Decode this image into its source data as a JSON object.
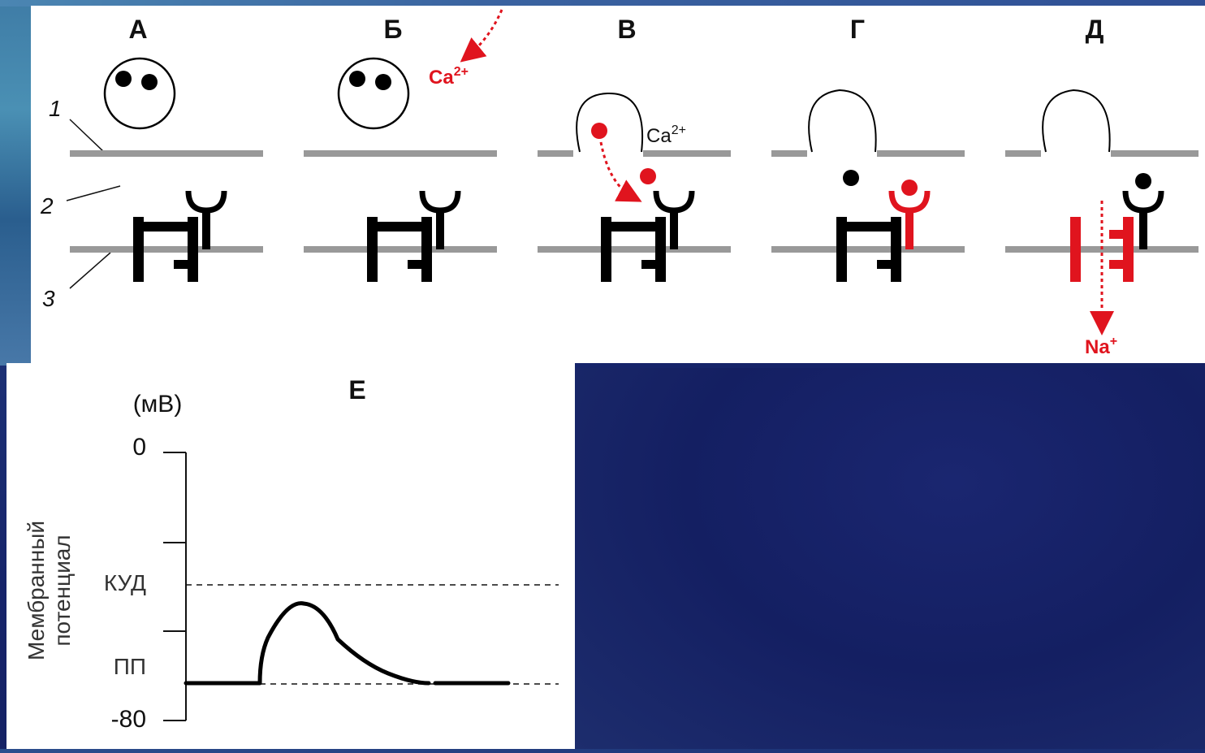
{
  "panels": {
    "a": "А",
    "b": "Б",
    "v": "В",
    "g": "Г",
    "d": "Д",
    "e": "Е"
  },
  "structure_numbers": [
    "1",
    "2",
    "3"
  ],
  "ions": {
    "ca_base": "Ca",
    "ca_charge": "2+",
    "na_base": "Na",
    "na_charge": "+"
  },
  "graph": {
    "unit": "(мВ)",
    "tick_top": "0",
    "tick_bottom": "-80",
    "threshold_label": "КУД",
    "rest_label": "ПП",
    "ylabel_line1": "Мембранный",
    "ylabel_line2": "потенциал"
  },
  "colors": {
    "membrane": "#999999",
    "active": "#e0141e",
    "structure": "#000000"
  }
}
